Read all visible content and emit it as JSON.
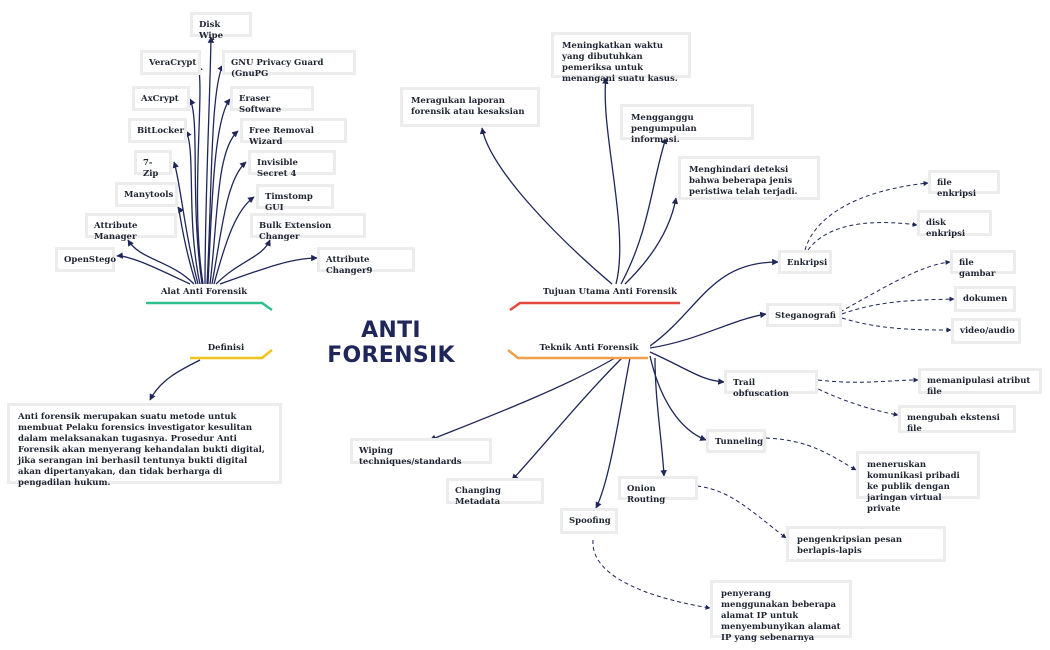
{
  "title": "ANTI FORENSIK",
  "branches": {
    "tools": {
      "label": "Alat Anti Forensik",
      "color": "#2fbf8f",
      "items": [
        "Disk Wipe",
        "VeraCrypt",
        "GNU Privacy Guard (GnuPG",
        "AxCrypt",
        "Eraser Software",
        "BitLocker",
        "Free Removal Wizard",
        "7-Zip",
        "Invisible Secret 4",
        "Manytools",
        "Timstomp GUI",
        "Attribute Manager",
        "Bulk Extension Changer",
        "OpenStego",
        "Attribute Changer9"
      ]
    },
    "goals": {
      "label": "Tujuan Utama Anti Forensik",
      "color": "#e8453c",
      "items": [
        "Meningkatkan waktu yang dibutuhkan pemeriksa untuk menangani suatu kasus.",
        "Meragukan laporan forensik atau kesaksian",
        "Mengganggu pengumpulan informasi.",
        "Menghindari deteksi bahwa beberapa jenis peristiwa telah terjadi."
      ]
    },
    "definition": {
      "label": "Definisi",
      "color": "#f2c21b",
      "text": "Anti forensik merupakan suatu metode untuk membuat Pelaku forensics investigator kesulitan dalam melaksanakan tugasnya. Prosedur Anti Forensik akan menyerang kehandalan bukti digital, jika serangan ini berhasil tentunya bukti digital akan dipertanyakan, dan tidak berharga di pengadilan hukum."
    },
    "techniques": {
      "label": "Teknik Anti Forensik",
      "color": "#f0a04b",
      "items": [
        "Enkripsi",
        "Steganografi",
        "Trail obfuscation",
        "Tunneling",
        "Onion Routing",
        "Spoofing",
        "Changing Metadata",
        "Wiping techniques/standards"
      ],
      "details": {
        "enkripsi": [
          "file enkripsi",
          "disk enkripsi"
        ],
        "steganografi": [
          "file gambar",
          "dokumen",
          "video/audio"
        ],
        "trail": [
          "memanipulasi atribut file",
          "mengubah ekstensi file"
        ],
        "tunneling": [
          "meneruskan komunikasi pribadi ke publik dengan jaringan virtual private"
        ],
        "onion": [
          "pengenkripsian pesan berlapis-lapis"
        ],
        "spoofing": [
          "penyerang menggunakan beberapa alamat IP untuk menyembunyikan alamat IP yang sebenarnya"
        ]
      }
    }
  },
  "colors": {
    "line": "#1f2659",
    "box_border": "#ececec",
    "text": "#1f2433"
  }
}
